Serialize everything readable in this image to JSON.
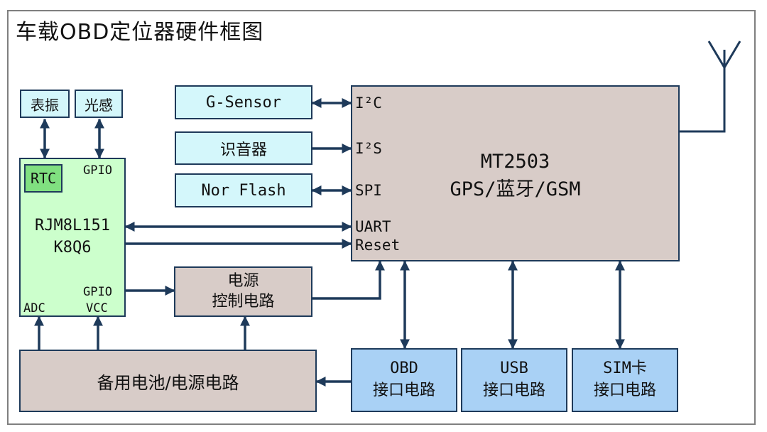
{
  "title": "车载OBD定位器硬件框图",
  "blocks": {
    "biaozhen": "表振",
    "guanggan": "光感",
    "g_sensor": "G-Sensor",
    "shiyinqi": "识音器",
    "nor_flash": "Nor Flash",
    "mcu": {
      "line1": "RJM8L151",
      "line2": "K8Q6"
    },
    "rtc": "RTC",
    "main_soc": {
      "line1": "MT2503",
      "line2": "GPS/蓝牙/GSM"
    },
    "power_ctrl": {
      "line1": "电源",
      "line2": "控制电路"
    },
    "battery": "备用电池/电源电路",
    "obd": {
      "line1": "OBD",
      "line2": "接口电路"
    },
    "usb": {
      "line1": "USB",
      "line2": "接口电路"
    },
    "sim": {
      "line1": "SIM卡",
      "line2": "接口电路"
    }
  },
  "mcu_pins": {
    "gpio_top": "GPIO",
    "gpio_bottom": "GPIO",
    "adc": "ADC",
    "vcc": "VCC"
  },
  "soc_pins": {
    "i2c": "I²C",
    "i2s": "I²S",
    "spi": "SPI",
    "uart": "UART",
    "reset": "Reset"
  },
  "colors": {
    "line": "#1e3a5a",
    "cyan": "#d4f7fb",
    "gray": "#d8ccc8",
    "green": "#ccffcc",
    "blue": "#a9d1f5",
    "rtc_green": "#80e080"
  }
}
